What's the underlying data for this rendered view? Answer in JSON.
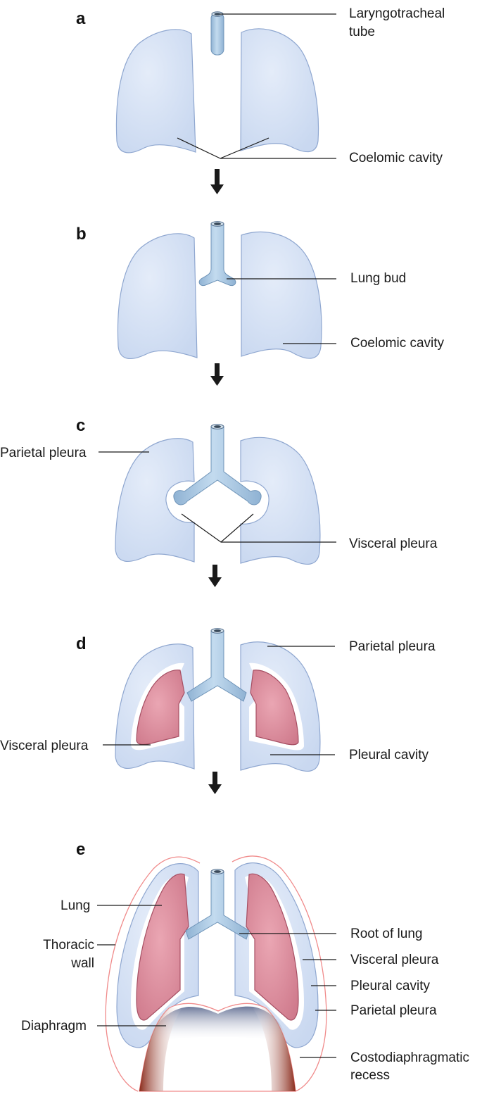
{
  "colors": {
    "sac_fill": "#d6e2f5",
    "sac_stroke": "#8fa7d0",
    "tube_fill": "#a9c7e0",
    "tube_stroke": "#6f94b8",
    "lung_fill": "#d98b9b",
    "lung_stroke": "#a64f63",
    "wall_stroke": "#f08a8a",
    "diaphragm": "#a8412d",
    "arrow": "#1a1a1a",
    "text": "#1a1a1a"
  },
  "panels": {
    "a": {
      "letter": "a",
      "labels": {
        "laryngotracheal_1": "Laryngotracheal",
        "laryngotracheal_2": "tube",
        "coelomic": "Coelomic cavity"
      }
    },
    "b": {
      "letter": "b",
      "labels": {
        "lung_bud": "Lung bud",
        "coelomic": "Coelomic cavity"
      }
    },
    "c": {
      "letter": "c",
      "labels": {
        "parietal": "Parietal pleura",
        "visceral": "Visceral pleura"
      }
    },
    "d": {
      "letter": "d",
      "labels": {
        "parietal": "Parietal pleura",
        "visceral": "Visceral pleura",
        "pleural_cavity": "Pleural cavity"
      }
    },
    "e": {
      "letter": "e",
      "labels": {
        "lung": "Lung",
        "thoracic_1": "Thoracic",
        "thoracic_2": "wall",
        "diaphragm": "Diaphragm",
        "root": "Root of lung",
        "visceral": "Visceral pleura",
        "pleural_cavity": "Pleural cavity",
        "parietal": "Parietal pleura",
        "costo_1": "Costodiaphragmatic",
        "costo_2": "recess"
      }
    }
  }
}
